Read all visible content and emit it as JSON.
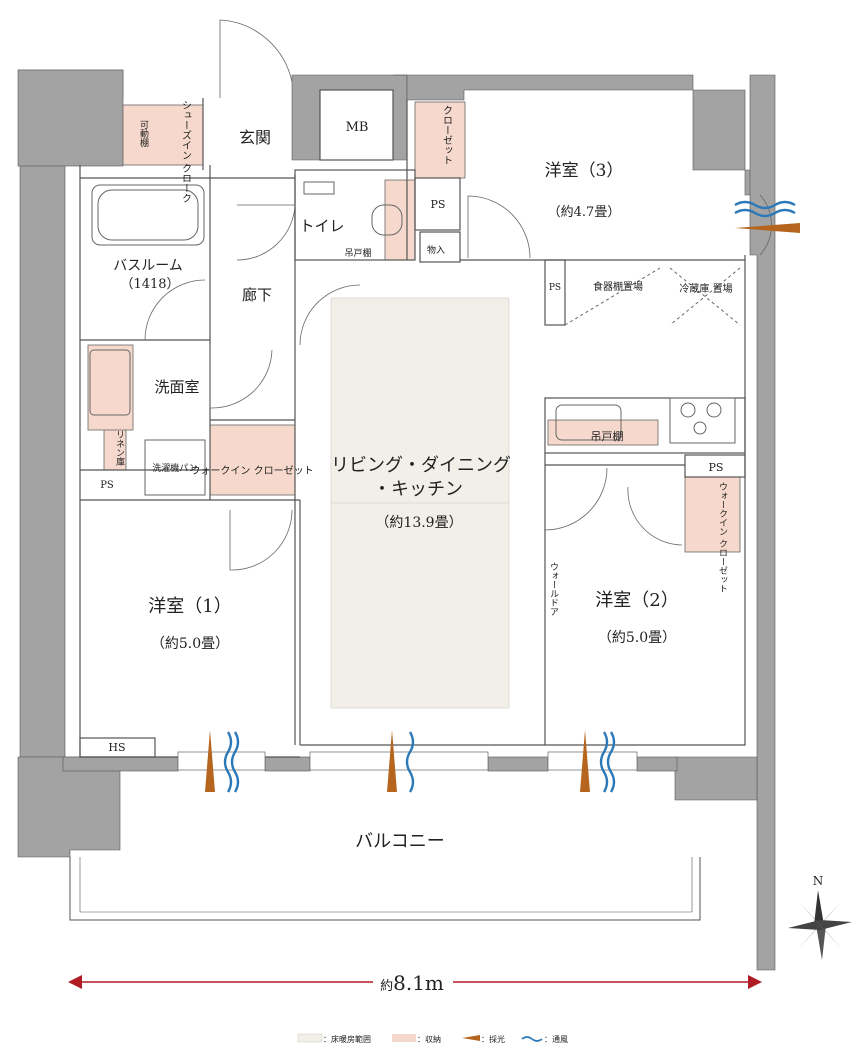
{
  "rooms": {
    "entrance": "玄関",
    "mb": "MB",
    "shoe_closet": "シューズイン クローク",
    "movable_shelf": "可動棚",
    "closet": "クローゼット",
    "western3": "洋室（3）",
    "western3_size": "（約4.7畳）",
    "ps": "PS",
    "toilet": "トイレ",
    "hanging_shelf": "吊戸棚",
    "storage": "物入",
    "bathroom": "バスルーム",
    "bathroom_size": "（1418）",
    "hallway": "廊下",
    "dish_shelf": "食器棚置場",
    "fridge": "冷蔵庫 置場",
    "washroom": "洗面室",
    "linen": "リネン庫",
    "washer_pan": "洗濯機パン",
    "walkin1": "ウォークイン クローゼット",
    "ldk": "リビング・ダイニング",
    "ldk2": "・キッチン",
    "ldk_size": "（約13.9畳）",
    "walkin2": "ウォークイン クローゼット",
    "wall_door": "ウォールドア",
    "western1": "洋室（1）",
    "western1_size": "（約5.0畳）",
    "western2": "洋室（2）",
    "western2_size": "（約5.0畳）",
    "hs": "HS",
    "balcony": "バルコニー"
  },
  "dimension": {
    "prefix": "約",
    "value": "8.1m"
  },
  "compass": {
    "north": "N"
  },
  "legend": {
    "floor_heating": "：床暖房範囲",
    "storage": "：収納",
    "daylight": "：採光",
    "ventilation": "：通風"
  },
  "colors": {
    "wall": "#a3a3a3",
    "floor_heating": "#f1efe8",
    "storage": "#f6d9cc",
    "daylight": "#b5651d",
    "ventilation": "#2b79b8",
    "dimension": "#b01c24"
  }
}
